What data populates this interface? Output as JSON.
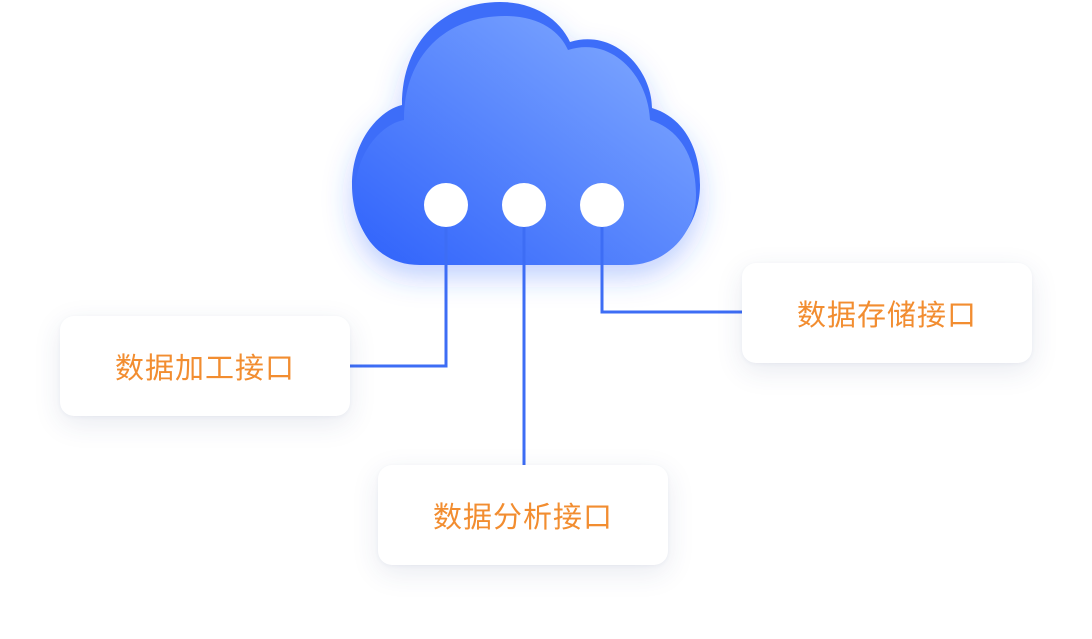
{
  "diagram": {
    "nodes": [
      {
        "id": "processing",
        "label": "数据加工接口"
      },
      {
        "id": "analysis",
        "label": "数据分析接口"
      },
      {
        "id": "storage",
        "label": "数据存储接口"
      }
    ],
    "edges": [
      {
        "from": "cloud",
        "to": "processing"
      },
      {
        "from": "cloud",
        "to": "analysis"
      },
      {
        "from": "cloud",
        "to": "storage"
      }
    ],
    "cloud": {
      "icon": "cloud-icon",
      "ports": 3
    }
  },
  "colors": {
    "cloud_light": "#86aeff",
    "cloud_dark": "#2f62fb",
    "cloud_back": "#3d6df9",
    "connector": "#3d6df5",
    "label_text": "#f28d30",
    "card_bg": "#ffffff",
    "port": "#ffffff"
  }
}
